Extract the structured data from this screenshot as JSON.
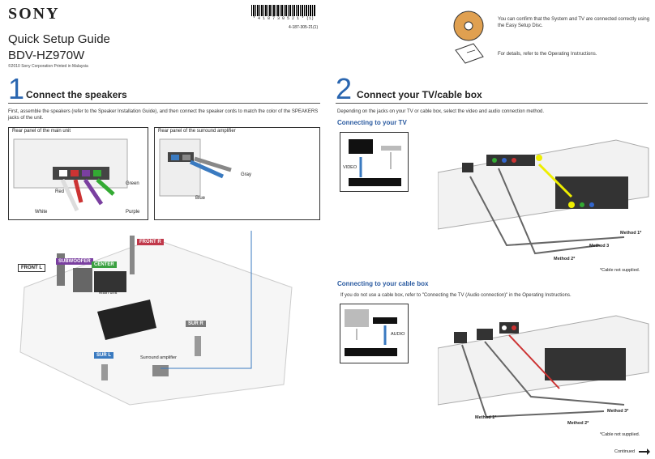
{
  "header": {
    "brand": "SONY",
    "guide_title": "Quick Setup Guide",
    "model": "BDV-HZ970W",
    "copyright": "©2010 Sony Corporation   Printed in Malaysia",
    "barcode_number": "* 4 1 8 7 3 0 5 2 1 * (1)",
    "part_number": "4-187-305-21(1)"
  },
  "intro": {
    "disc_note": "You can confirm that the System and TV are connected correctly using the Easy Setup Disc.",
    "details_note": "For details, refer to the Operating Instructions."
  },
  "step1": {
    "number": "1",
    "title": "Connect the speakers",
    "instruction": "First, assemble the speakers (refer to the Speaker Installation Guide), and then connect the speaker cords to match the color of the SPEAKERS jacks of the unit.",
    "panel_main_title": "Rear panel of the main unit",
    "panel_surround_title": "Rear panel of the surround amplifier",
    "colors": [
      "Green",
      "Red",
      "White",
      "Purple"
    ],
    "surround_colors": [
      "Gray",
      "Blue"
    ],
    "speakers": {
      "front_r": "FRONT R",
      "front_l": "FRONT L",
      "subwoofer": "SUBWOOFER",
      "center": "CENTER",
      "sur_r": "SUR R",
      "sur_l": "SUR L"
    },
    "labels": {
      "main_unit": "Main unit",
      "surround_amp": "Surround amplifier"
    },
    "tag_colors": {
      "front_r": "#c0384a",
      "front_l": "#ffffff",
      "subwoofer": "#7a3fa0",
      "center": "#3aa040",
      "sur_r": "#7a7a7a",
      "sur_l": "#3a7ac0"
    }
  },
  "step2": {
    "number": "2",
    "title": "Connect your TV/cable box",
    "instruction": "Depending on the jacks on your TV or cable box, select the video and audio connection method.",
    "tv": {
      "heading": "Connecting to your TV",
      "signal": "VIDEO",
      "methods": [
        "Method 1*",
        "Method 3",
        "Method 2*"
      ],
      "note": "*Cable not supplied."
    },
    "cable": {
      "heading": "Connecting to your cable box",
      "instruction": "If you do not use a cable box, refer to \"Connecting the TV (Audio connection)\" in the Operating Instructions.",
      "signal": "AUDIO",
      "methods": [
        "Method 3*",
        "Method 1*",
        "Method 2*"
      ],
      "note": "*Cable not supplied."
    }
  },
  "footer": {
    "continued": "Continued"
  }
}
